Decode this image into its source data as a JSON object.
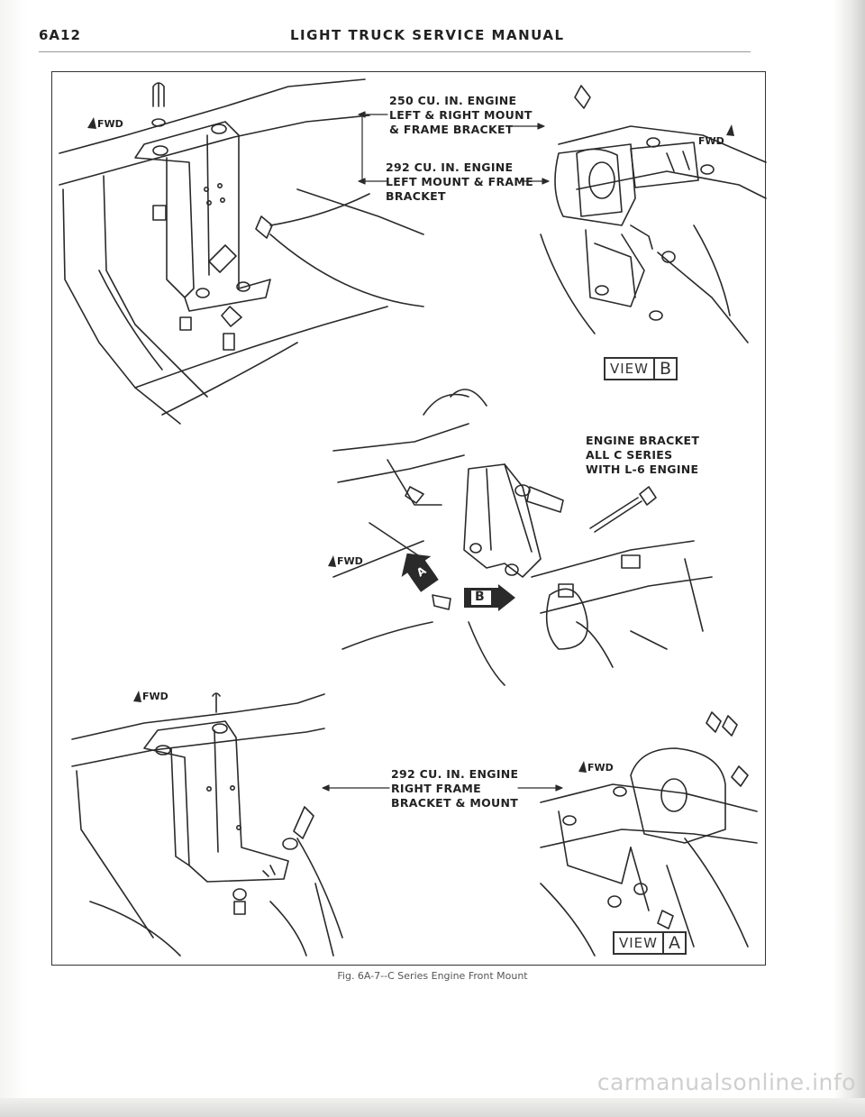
{
  "header": {
    "page_code": "6A12",
    "manual_title": "LIGHT TRUCK SERVICE MANUAL"
  },
  "figure": {
    "caption": "Fig. 6A-7--C Series Engine Front Mount",
    "callouts": {
      "c250": [
        "250 CU. IN. ENGINE",
        "LEFT & RIGHT MOUNT",
        "& FRAME BRACKET"
      ],
      "c292_left": [
        "292 CU. IN. ENGINE",
        "LEFT MOUNT & FRAME",
        "BRACKET"
      ],
      "bracket_l6": [
        "ENGINE BRACKET",
        "ALL C SERIES",
        "WITH L-6 ENGINE"
      ],
      "c292_right": [
        "292 CU. IN. ENGINE",
        "RIGHT FRAME",
        "BRACKET & MOUNT"
      ]
    },
    "fwd_marker": "FWD",
    "view_word": "VIEW",
    "view_b_letter": "B",
    "view_a_letter": "A",
    "inline_markers": {
      "a": "A",
      "b": "B"
    }
  },
  "watermark": "carmanualsonline.info"
}
